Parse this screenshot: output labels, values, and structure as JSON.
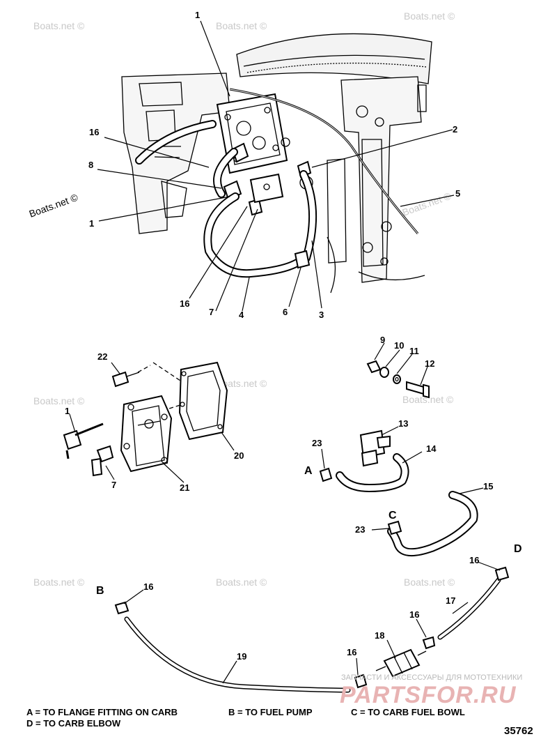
{
  "watermarks": [
    "Boats.net ©"
  ],
  "callouts": [
    "1",
    "2",
    "3",
    "4",
    "5",
    "6",
    "7",
    "8",
    "9",
    "10",
    "11",
    "12",
    "13",
    "14",
    "15",
    "16",
    "17",
    "18",
    "19",
    "20",
    "21",
    "22",
    "23"
  ],
  "letters": [
    "A",
    "B",
    "C",
    "D"
  ],
  "legend": {
    "a": "A = TO FLANGE FITTING ON CARB",
    "b": "B = TO FUEL PUMP",
    "c": "C = TO CARB FUEL BOWL",
    "d": "D = TO CARB ELBOW"
  },
  "shop_text": "ЗАПЧАСТИ И АКСЕССУАРЫ ДЛЯ МОТОТЕХНИКИ",
  "brand": "PARTSFOR.RU",
  "drawing_code": "35762"
}
